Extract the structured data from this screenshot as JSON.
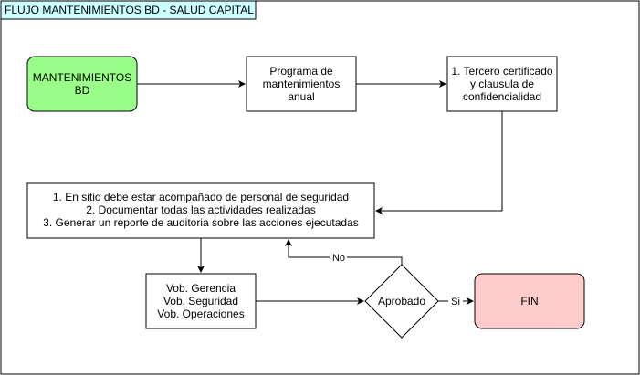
{
  "diagram": {
    "title": "FLUJO MANTENIMIENTOS BD - SALUD CAPITAL",
    "colors": {
      "title_fill": "#ccffff",
      "start_fill": "#99ff88",
      "end_fill": "#ffcccc",
      "stroke": "#000000",
      "background": "#ffffff"
    },
    "nodes": {
      "start": {
        "line1": "MANTENIMIENTOS",
        "line2": "BD"
      },
      "program": {
        "line1": "Programa de",
        "line2": "mantenimientos",
        "line3": "anual"
      },
      "third_party": {
        "line1": "1. Tercero certificado",
        "line2": "y clausula de",
        "line3": "confidencialidad"
      },
      "requirements": {
        "line1": "1. En sitio debe estar acompañado de personal de seguridad",
        "line2": "2. Documentar todas las actividades realizadas",
        "line3": "3. Generar un reporte de auditoria sobre las acciones ejecutadas"
      },
      "approvals": {
        "line1": "Vob. Gerencia",
        "line2": "Vob. Seguridad",
        "line3": "Vob. Operaciones"
      },
      "decision": {
        "label": "Aprobado"
      },
      "end": {
        "label": "FIN"
      }
    },
    "edges": {
      "no_label": "No",
      "yes_label": "Si"
    }
  }
}
